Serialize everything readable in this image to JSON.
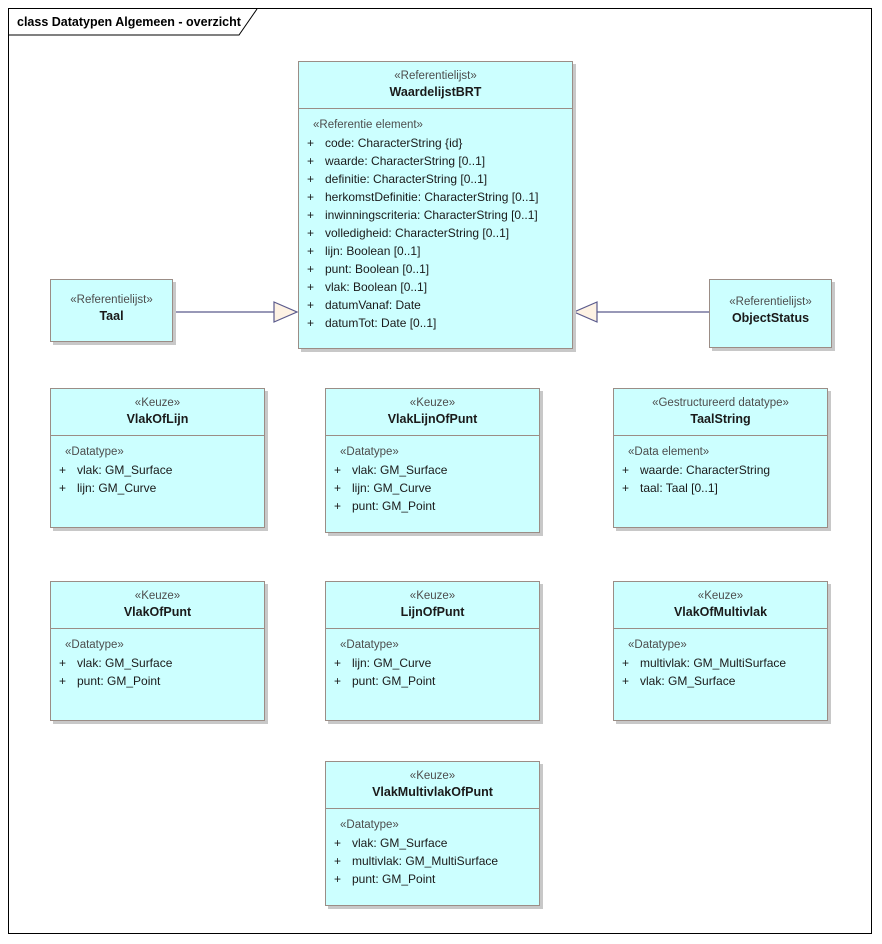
{
  "frame": {
    "title": "class Datatypen Algemeen - overzicht"
  },
  "classes": {
    "waardelijstbrt": {
      "stereotype": "«Referentielijst»",
      "name": "WaardelijstBRT",
      "compartment_stereotype": "«Referentie element»",
      "attributes": [
        {
          "visibility": "+",
          "text": "code: CharacterString {id}"
        },
        {
          "visibility": "+",
          "text": "waarde: CharacterString [0..1]"
        },
        {
          "visibility": "+",
          "text": "definitie: CharacterString [0..1]"
        },
        {
          "visibility": "+",
          "text": "herkomstDefinitie: CharacterString [0..1]"
        },
        {
          "visibility": "+",
          "text": "inwinningscriteria: CharacterString [0..1]"
        },
        {
          "visibility": "+",
          "text": "volledigheid: CharacterString [0..1]"
        },
        {
          "visibility": "+",
          "text": "lijn: Boolean [0..1]"
        },
        {
          "visibility": "+",
          "text": "punt: Boolean [0..1]"
        },
        {
          "visibility": "+",
          "text": "vlak: Boolean [0..1]"
        },
        {
          "visibility": "+",
          "text": "datumVanaf: Date"
        },
        {
          "visibility": "+",
          "text": "datumTot: Date [0..1]"
        }
      ]
    },
    "taal": {
      "stereotype": "«Referentielijst»",
      "name": "Taal",
      "compartment_stereotype": "",
      "attributes": []
    },
    "objectstatus": {
      "stereotype": "«Referentielijst»",
      "name": "ObjectStatus",
      "compartment_stereotype": "",
      "attributes": []
    },
    "vlakoflijn": {
      "stereotype": "«Keuze»",
      "name": "VlakOfLijn",
      "compartment_stereotype": "«Datatype»",
      "attributes": [
        {
          "visibility": "+",
          "text": "vlak: GM_Surface"
        },
        {
          "visibility": "+",
          "text": "lijn: GM_Curve"
        }
      ]
    },
    "vlaklijnofpunt": {
      "stereotype": "«Keuze»",
      "name": "VlakLijnOfPunt",
      "compartment_stereotype": "«Datatype»",
      "attributes": [
        {
          "visibility": "+",
          "text": "vlak: GM_Surface"
        },
        {
          "visibility": "+",
          "text": "lijn: GM_Curve"
        },
        {
          "visibility": "+",
          "text": "punt: GM_Point"
        }
      ]
    },
    "taalstring": {
      "stereotype": "«Gestructureerd datatype»",
      "name": "TaalString",
      "compartment_stereotype": "«Data element»",
      "attributes": [
        {
          "visibility": "+",
          "text": "waarde: CharacterString"
        },
        {
          "visibility": "+",
          "text": "taal: Taal [0..1]"
        }
      ]
    },
    "vlakofpunt": {
      "stereotype": "«Keuze»",
      "name": "VlakOfPunt",
      "compartment_stereotype": "«Datatype»",
      "attributes": [
        {
          "visibility": "+",
          "text": "vlak: GM_Surface"
        },
        {
          "visibility": "+",
          "text": "punt: GM_Point"
        }
      ]
    },
    "lijnofpunt": {
      "stereotype": "«Keuze»",
      "name": "LijnOfPunt",
      "compartment_stereotype": "«Datatype»",
      "attributes": [
        {
          "visibility": "+",
          "text": "lijn: GM_Curve"
        },
        {
          "visibility": "+",
          "text": "punt: GM_Point"
        }
      ]
    },
    "vlakofmultivlak": {
      "stereotype": "«Keuze»",
      "name": "VlakOfMultivlak",
      "compartment_stereotype": "«Datatype»",
      "attributes": [
        {
          "visibility": "+",
          "text": "multivlak: GM_MultiSurface"
        },
        {
          "visibility": "+",
          "text": "vlak: GM_Surface"
        }
      ]
    },
    "vlakmultivlakofpunt": {
      "stereotype": "«Keuze»",
      "name": "VlakMultivlakOfPunt",
      "compartment_stereotype": "«Datatype»",
      "attributes": [
        {
          "visibility": "+",
          "text": "vlak: GM_Surface"
        },
        {
          "visibility": "+",
          "text": "multivlak: GM_MultiSurface"
        },
        {
          "visibility": "+",
          "text": "punt: GM_Point"
        }
      ]
    }
  },
  "connectors": [
    {
      "name": "generalization-taal-to-waardelijstbrt",
      "type": "generalization",
      "from": "taal",
      "to": "waardelijstbrt"
    },
    {
      "name": "generalization-objectstatus-to-waardelijstbrt",
      "type": "generalization",
      "from": "objectstatus",
      "to": "waardelijstbrt"
    }
  ],
  "colors": {
    "class_fill": "#ccffff",
    "class_border": "#9b8d86",
    "shadow": "#c8c8c8",
    "connector_line": "#5a5a8c",
    "arrowhead_fill": "#fdf2e4",
    "frame_border": "#000000",
    "text": "#1a1a1a",
    "stereotype_text": "#4d4d4d"
  }
}
